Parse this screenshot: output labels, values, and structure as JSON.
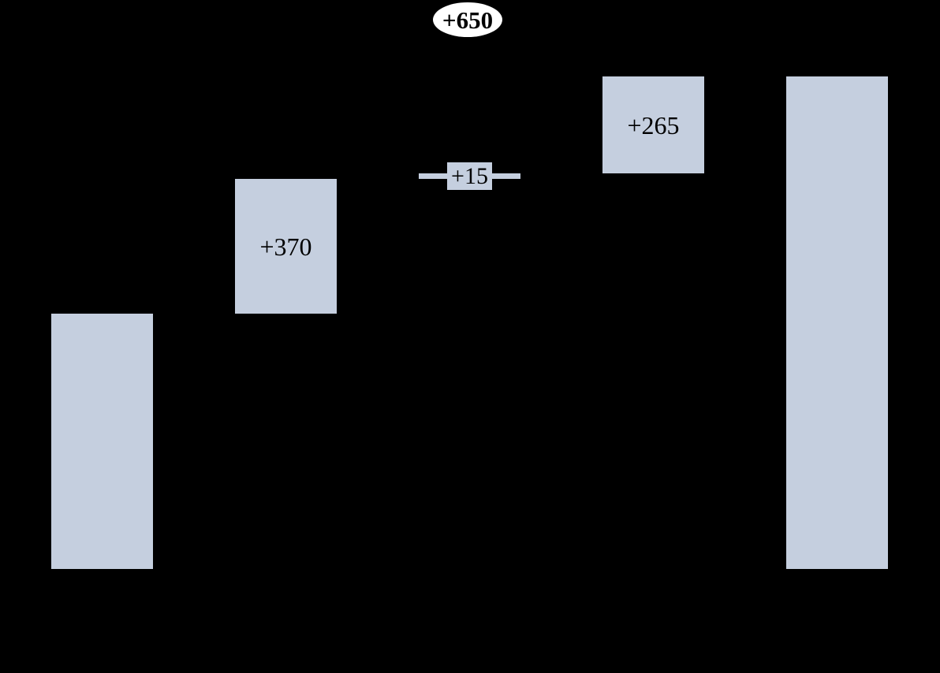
{
  "page": {
    "background": "#000000"
  },
  "chart_data": {
    "type": "bar",
    "subtype": "waterfall",
    "title": "",
    "categories": [
      "",
      "",
      "",
      "",
      ""
    ],
    "bars": [
      {
        "start": 0,
        "end": 700,
        "label": ""
      },
      {
        "start": 700,
        "end": 1070,
        "label": "+370"
      },
      {
        "start": 1070,
        "end": 1085,
        "label": "+15"
      },
      {
        "start": 1085,
        "end": 1350,
        "label": "+265"
      },
      {
        "start": 0,
        "end": 1350,
        "label": ""
      }
    ],
    "visible_labels": [
      "+650",
      "+370",
      "+15",
      "+265"
    ],
    "total_annotation": {
      "text": "+650",
      "shape": "ellipse",
      "fill": "#FFFFFF",
      "text_color": "#000000"
    },
    "bar_fill": "#C5CFDF",
    "label_color": "#000000",
    "background": "#000000",
    "axes_visible": false,
    "gridlines_visible": false,
    "legend_visible": false,
    "value_axis": {
      "min": 0,
      "max": 1404,
      "visible": false
    }
  }
}
